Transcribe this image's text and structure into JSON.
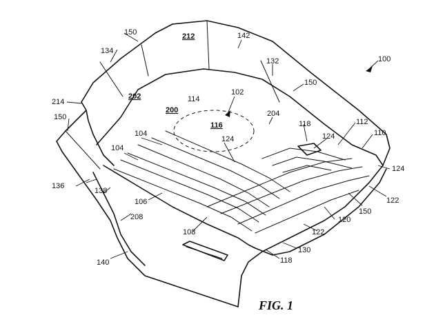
{
  "figure": {
    "caption": "FIG. 1"
  },
  "labels": {
    "l100": "100",
    "l102": "102",
    "l104a": "104",
    "l104b": "104",
    "l106": "106",
    "l108": "108",
    "l110": "110",
    "l112": "112",
    "l114": "114",
    "l116": "116",
    "l118a": "118",
    "l118b": "118",
    "l120": "120",
    "l122a": "122",
    "l122b": "122",
    "l124a": "124",
    "l124b": "124",
    "l124c": "124",
    "l130": "130",
    "l132": "132",
    "l134": "134",
    "l136": "136",
    "l138": "138",
    "l140": "140",
    "l142": "142",
    "l150a": "150",
    "l150b": "150",
    "l150c": "150",
    "l150d": "150",
    "l200": "200",
    "l202": "202",
    "l204": "204",
    "l208": "208",
    "l212": "212",
    "l214": "214"
  }
}
